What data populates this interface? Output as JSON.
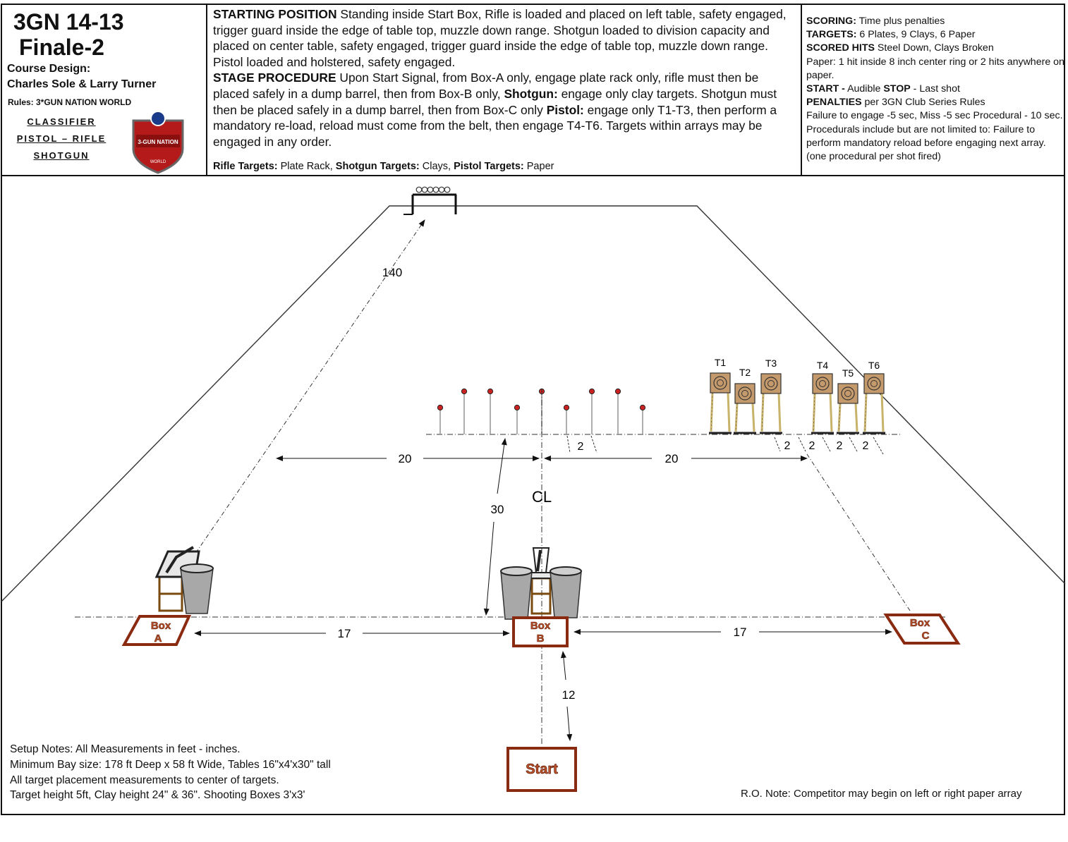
{
  "header": {
    "title_line1": "3GN 14-13",
    "title_line2": "Finale-2",
    "course_design_label": "Course Design:",
    "designers": "Charles Sole & Larry Turner",
    "rules": "Rules:  3*GUN NATION WORLD",
    "classifier": [
      "CLASSIFIER",
      "PISTOL – RIFLE",
      "SHOTGUN"
    ],
    "logo_text": [
      "3-GUN NATION",
      "WORLD"
    ]
  },
  "procedure": {
    "start_label": "STARTING POSITION",
    "start_text": " Standing inside Start Box, Rifle is loaded and placed on left table, safety engaged, trigger guard inside the edge of table top, muzzle down range. Shotgun loaded to division capacity and placed on center table, safety engaged, trigger guard inside the edge of table top, muzzle down range. Pistol loaded and holstered, safety engaged.",
    "stage_label": "STAGE PROCEDURE",
    "stage_text_1": " Upon Start Signal, from Box-A only, engage plate rack only, rifle must then be placed safely in a dump barrel, then from Box-B only, ",
    "shotgun_label": "Shotgun:",
    "stage_text_2": " engage only clay targets. Shotgun must then be placed safely in a dump barrel, then from Box-C only ",
    "pistol_label": "Pistol:",
    "stage_text_3": " engage only T1-T3, then perform a mandatory re-load, reload must come from the belt, then engage T4-T6. Targets within arrays may be engaged in any order.",
    "rifle_targets_label": "Rifle Targets:",
    "rifle_targets": " Plate Rack,  ",
    "shotgun_targets_label": "Shotgun Targets:",
    "shotgun_targets": " Clays, ",
    "pistol_targets_label": "Pistol Targets:",
    "pistol_targets": " Paper"
  },
  "scoring": {
    "scoring_label": "SCORING:",
    "scoring": " Time plus penalties",
    "targets_label": "TARGETS:",
    "targets": " 6 Plates, 9 Clays, 6 Paper",
    "hits_label": "SCORED HITS",
    "hits": "  Steel Down, Clays Broken",
    "paper": "Paper: 1 hit inside 8 inch center ring or 2 hits anywhere on paper.",
    "start_label": "START -",
    "start": " Audible    ",
    "stop_label": "STOP",
    "stop": " - Last shot",
    "penalties_label": "PENALTIES",
    "penalties": " per 3GN Club Series Rules",
    "penalty_detail": "Failure to engage -5 sec, Miss -5 sec  Procedural - 10 sec. Procedurals include but are not limited to: Failure to perform mandatory reload before engaging next array. (one procedural per shot fired)"
  },
  "diagram": {
    "dim_plate_rack": "140",
    "dim_left": "20",
    "dim_right": "20",
    "dim_clay_spacing": "2",
    "dim_paper_spacing": [
      "2",
      "2",
      "2",
      "2"
    ],
    "dim_depth": "30",
    "centerline": "CL",
    "dim_a_b": "17",
    "dim_b_c": "17",
    "dim_start": "12",
    "target_labels": [
      "T1",
      "T2",
      "T3",
      "T4",
      "T5",
      "T6"
    ],
    "box_a": [
      "Box",
      "A"
    ],
    "box_b": [
      "Box",
      "B"
    ],
    "box_c": [
      "Box",
      "C"
    ],
    "start_box": "Start",
    "colors": {
      "box_fill": "#c0532a",
      "box_border": "#8a2a10",
      "target_face": "#c49a6c",
      "stand": "#c9b26a",
      "clay": "#cc2222",
      "barrel": "#a8a8a8"
    }
  },
  "notes": {
    "setup": [
      "Setup Notes: All Measurements in feet - inches.",
      "Minimum Bay size: 178 ft Deep x 58 ft Wide, Tables 16\"x4'x30\" tall",
      "All target placement measurements to center of targets.",
      "Target height 5ft, Clay height 24\" & 36\". Shooting Boxes 3'x3'"
    ],
    "ro": "R.O. Note: Competitor may begin on left or right paper array"
  }
}
